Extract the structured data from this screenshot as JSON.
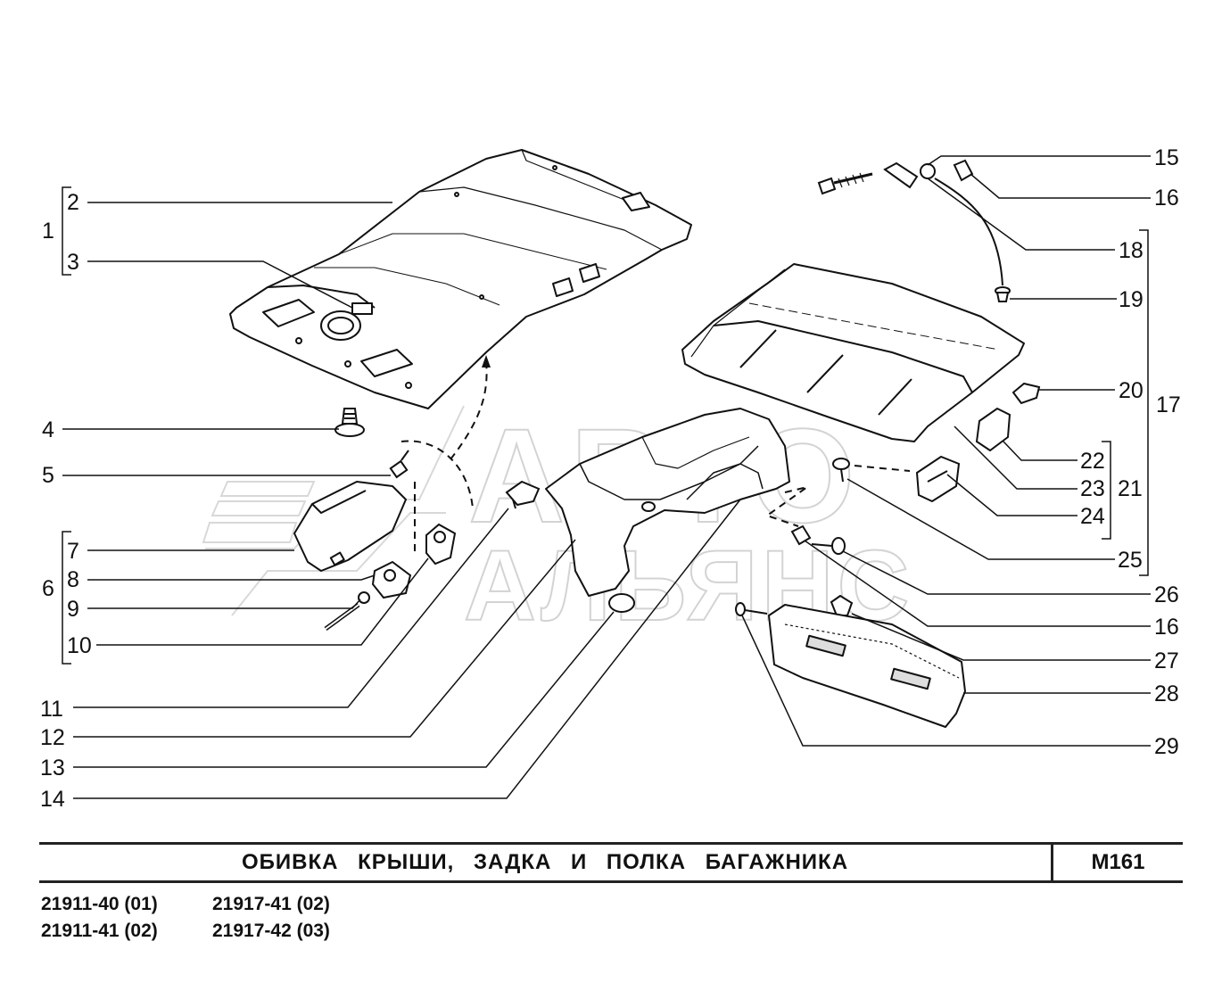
{
  "title": "ОБИВКА КРЫШИ, ЗАДКА И ПОЛКА БАГАЖНИКА",
  "code": "M161",
  "variants": [
    "21911-40 (01)",
    "21917-41 (02)",
    "21911-41 (02)",
    "21917-42 (03)"
  ],
  "watermark": {
    "line1": "АВТО",
    "line2": "АЛЬЯНС"
  },
  "callouts": {
    "left": [
      "1",
      "2",
      "3",
      "4",
      "5",
      "6",
      "7",
      "8",
      "9",
      "10",
      "11",
      "12",
      "13",
      "14"
    ],
    "right": [
      "15",
      "16",
      "17",
      "18",
      "19",
      "20",
      "21",
      "22",
      "23",
      "24",
      "25",
      "26",
      "16",
      "27",
      "28",
      "29"
    ]
  }
}
